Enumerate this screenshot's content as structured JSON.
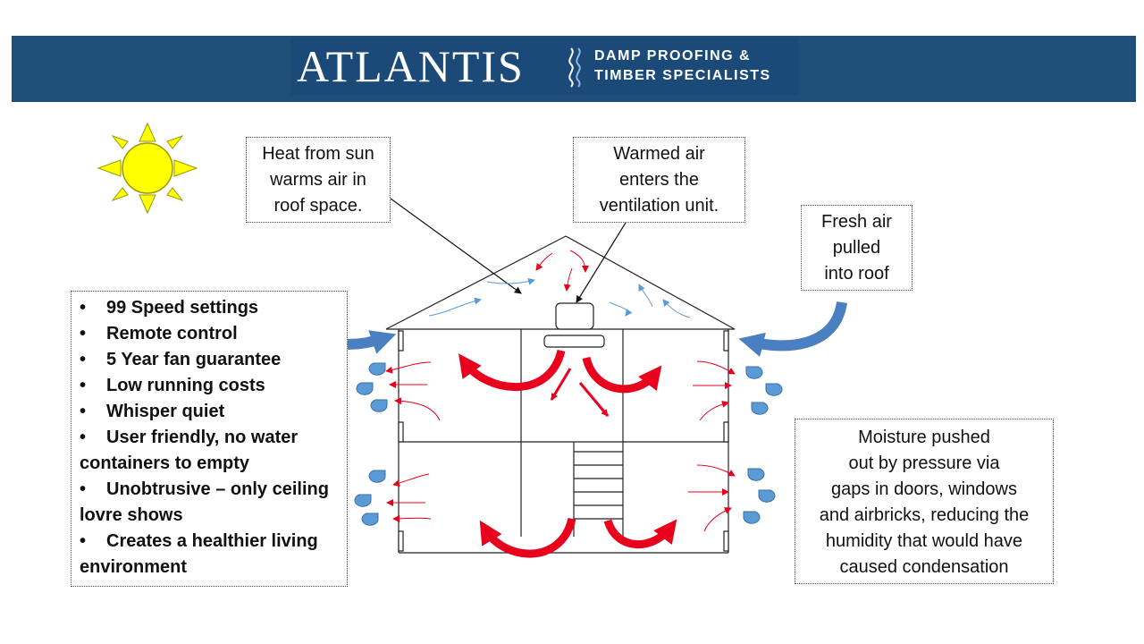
{
  "header": {
    "brand_name": "ATLANTIS",
    "tagline_line1": "DAMP PROOFING &",
    "tagline_line2": "TIMBER SPECIALISTS",
    "banner_color": "#1f4e79"
  },
  "callouts": {
    "sun_heat": [
      "Heat from sun",
      "warms air in",
      "roof space."
    ],
    "warmed_air": [
      "Warmed air",
      "enters the",
      "ventilation unit."
    ],
    "fresh_air": [
      "Fresh air",
      "pulled",
      "into roof"
    ],
    "moisture": [
      "Moisture pushed",
      "out by pressure via",
      "gaps in doors, windows",
      "and airbricks, reducing the",
      "humidity that would have",
      "caused condensation"
    ]
  },
  "features": [
    [
      "99 Speed settings"
    ],
    [
      "Remote control"
    ],
    [
      "5 Year fan guarantee"
    ],
    [
      "Low running costs"
    ],
    [
      "Whisper quiet"
    ],
    [
      "User friendly, no water",
      "containers to empty"
    ],
    [
      "Unobtrusive – only ceiling",
      "lovre shows"
    ],
    [
      "Creates a healthier living",
      "environment"
    ]
  ],
  "colors": {
    "sun": "#ffff00",
    "sun_outline": "#999900",
    "warm_air": "#e8001c",
    "fresh_air": "#5b9bd5",
    "moisture_drop": "#5b9bd5"
  },
  "icons": [
    "sun-icon",
    "house-outline",
    "ventilation-unit-icon",
    "ceiling-louvre-icon",
    "water-drop-icon"
  ]
}
